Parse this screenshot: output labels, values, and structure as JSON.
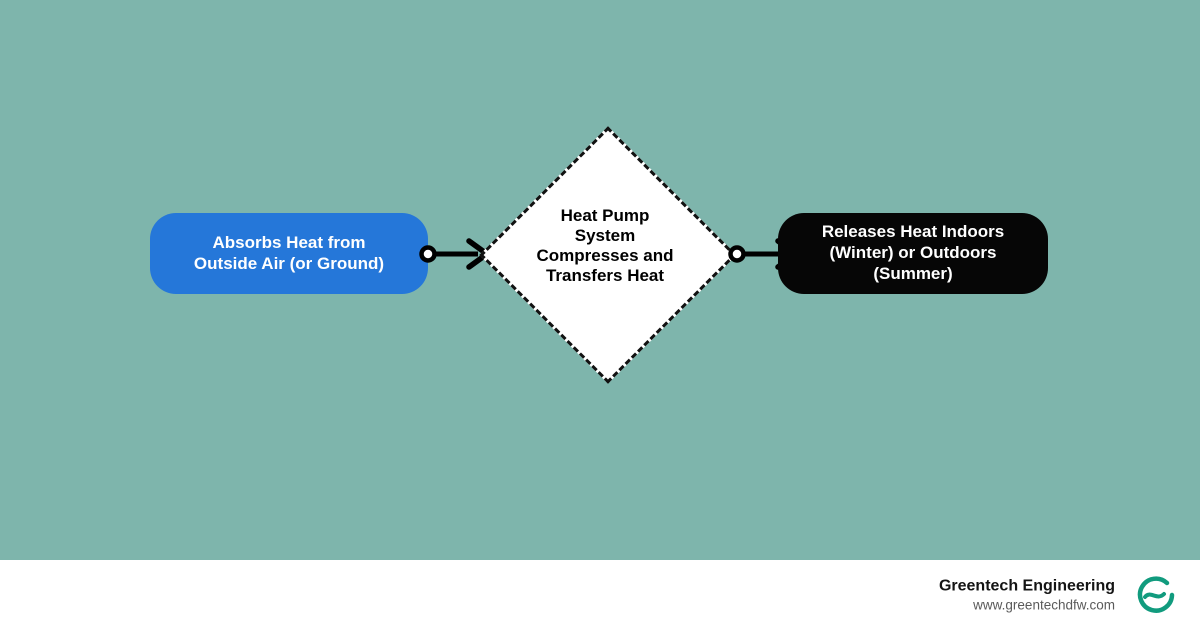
{
  "colors": {
    "background": "#7eb5ac",
    "input_node_bg": "#2577d9",
    "process_node_bg": "#ffffff",
    "process_node_border": "#111111",
    "output_node_bg": "#060606",
    "node_text_light": "#ffffff",
    "node_text_dark": "#000000",
    "footer_bg": "#ffffff",
    "logo_teal": "#119b7e"
  },
  "diagram": {
    "input_node": {
      "text": "Absorbs Heat from Outside Air (or Ground)",
      "lines": [
        "Absorbs Heat from",
        "Outside Air (or Ground)"
      ]
    },
    "process_node": {
      "text": "Heat Pump System Compresses and Transfers Heat",
      "lines": [
        "Heat Pump",
        "System",
        "Compresses and",
        "Transfers Heat"
      ]
    },
    "output_node": {
      "text": "Releases Heat Indoors (Winter) or Outdoors (Summer)",
      "lines": [
        "Releases Heat Indoors",
        "(Winter) or Outdoors",
        "(Summer)"
      ]
    },
    "arrows": [
      {
        "name": "input-to-process"
      },
      {
        "name": "process-to-output"
      }
    ]
  },
  "footer": {
    "company": "Greentech Engineering",
    "website": "www.greentechdfw.com",
    "logo": "greentech-swirl-logo"
  }
}
